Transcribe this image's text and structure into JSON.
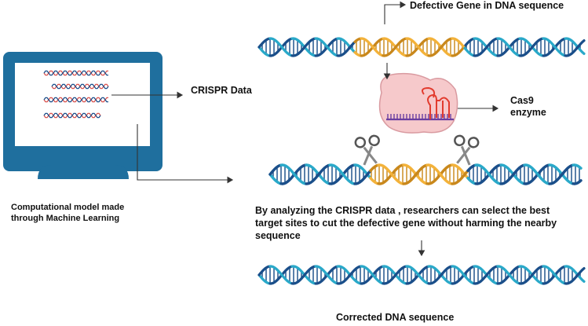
{
  "labels": {
    "defective_gene": "Defective Gene in DNA sequence",
    "crispr_data": "CRISPR Data",
    "cas9_line1": "Cas9",
    "cas9_line2": "enzyme",
    "computational_model": "Computational model made through Machine Learning",
    "analysis": "By analyzing the CRISPR data , researchers can select the best target sites to cut the defective gene without harming the nearby sequence",
    "corrected": "Corrected DNA sequence"
  },
  "colors": {
    "monitor": "#1f6f9e",
    "screen": "#ffffff",
    "dna_blue_light": "#2aa9c9",
    "dna_blue_dark": "#1b4f8a",
    "dna_gold_light": "#f3b23a",
    "dna_gold_dark": "#c9881c",
    "enzyme_fill": "#f6c9cb",
    "enzyme_stroke": "#d99aa0",
    "rna": "#e23b2e",
    "cas9_dna": "#6a3fa0",
    "arrow": "#333333"
  },
  "icons": [
    "computer-monitor-icon",
    "scissors-icon",
    "cas9-enzyme-icon",
    "dna-helix-icon"
  ]
}
